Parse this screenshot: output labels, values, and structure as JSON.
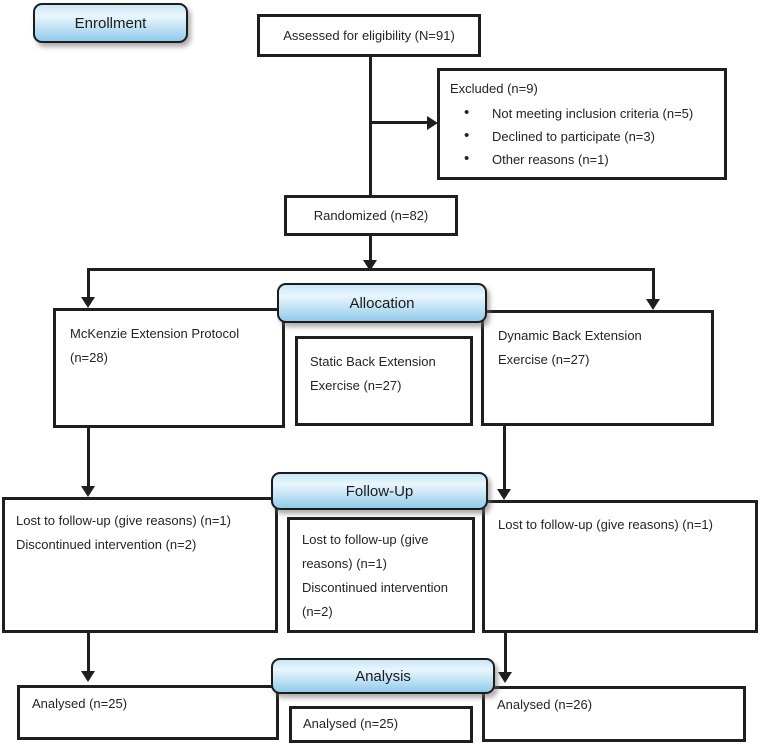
{
  "diagram": {
    "badges": {
      "enrollment": "Enrollment",
      "allocation": "Allocation",
      "followup": "Follow-Up",
      "analysis": "Analysis"
    },
    "enrollment": {
      "assessed": "Assessed for eligibility (N=91)",
      "excluded_title": "Excluded (n=9)",
      "excluded_items": [
        "Not meeting inclusion criteria (n=5)",
        "Declined to participate (n=3)",
        "Other reasons (n=1)"
      ],
      "randomized": "Randomized (n=82)"
    },
    "allocation": {
      "left_group": "McKenzie Extension Protocol (n=28)",
      "middle_group": "Static Back Extension Exercise (n=27)",
      "right_group": "Dynamic Back Extension Exercise (n=27)"
    },
    "followup": {
      "left_lost": "Lost to follow-up (give reasons) (n=1)",
      "left_discontinued": "Discontinued intervention (n=2)",
      "middle_lost": "Lost to follow-up (give reasons) (n=1)",
      "middle_discontinued": "Discontinued intervention (n=2)",
      "right_lost": "Lost to follow-up (give reasons) (n=1)"
    },
    "analysis": {
      "left_analysed": "Analysed (n=25)",
      "middle_analysed": "Analysed (n=25)",
      "right_analysed": "Analysed (n=26)"
    },
    "icons": {
      "bullet": "•"
    },
    "colors": {
      "badge_top": "#c9e6f7",
      "badge_highlight": "#e9f6fc",
      "badge_bottom": "#8fcbea",
      "line": "#1f1f1f"
    }
  }
}
